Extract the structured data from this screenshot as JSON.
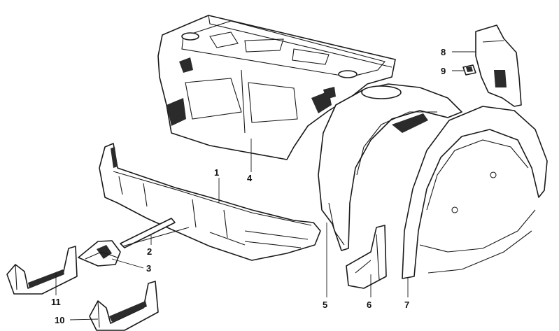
{
  "callouts": {
    "c1": "1",
    "c2": "2",
    "c3": "3",
    "c4": "4",
    "c5": "5",
    "c6": "6",
    "c7": "7",
    "c8": "8",
    "c9": "9",
    "c10": "10",
    "c11": "11"
  },
  "colors": {
    "line": "#1a1a1a",
    "shade": "#2b2b2b",
    "background": "#ffffff"
  }
}
